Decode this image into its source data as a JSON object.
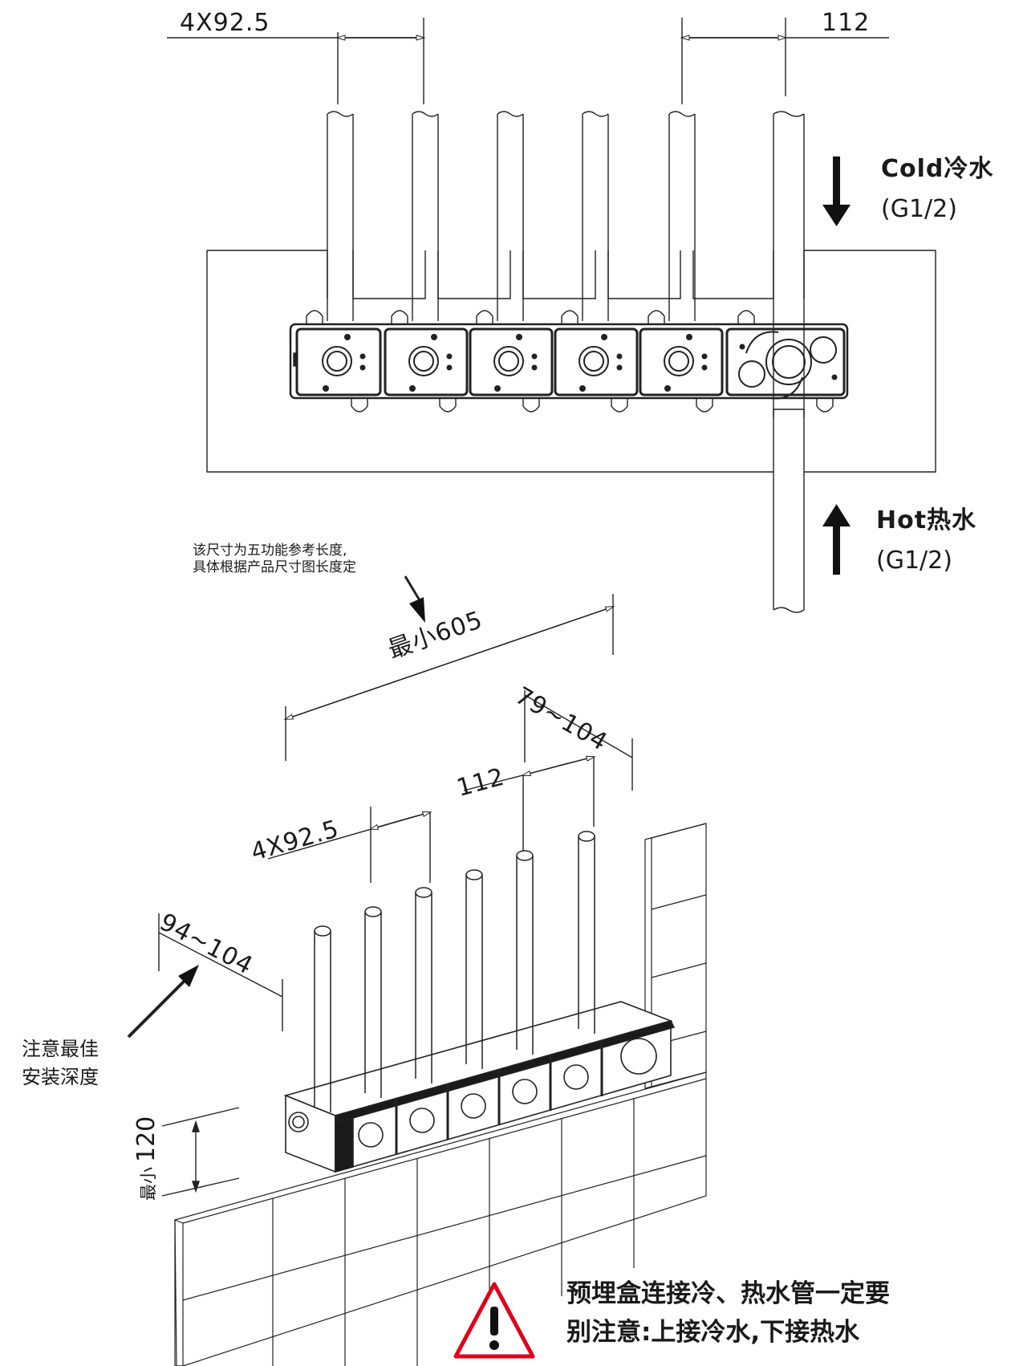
{
  "top_view": {
    "dim_spacing": "4X92.5",
    "dim_pitch": "112",
    "cold_label": "Cold冷水",
    "cold_thread": "(G1/2)",
    "hot_label": "Hot热水",
    "hot_thread": "(G1/2)"
  },
  "iso_view": {
    "reference_note": [
      "该尺寸为五功能参考长度,",
      "具体根据产品尺寸图长度定"
    ],
    "dim_min_length": "最小605",
    "dim_range_a": "79~104",
    "dim_pitch": "112",
    "dim_spacing": "4X92.5",
    "dim_depth": "94~104",
    "depth_note": [
      "注意最佳",
      "安装深度"
    ],
    "dim_min_height_label": "最小",
    "dim_min_height_value": "120"
  },
  "warning": {
    "lines": [
      "预埋盒连接冷、热水管一定要",
      "别注意:上接冷水,下接热水"
    ],
    "icon": "warning-triangle-icon",
    "icon_color": "#e0001b"
  }
}
